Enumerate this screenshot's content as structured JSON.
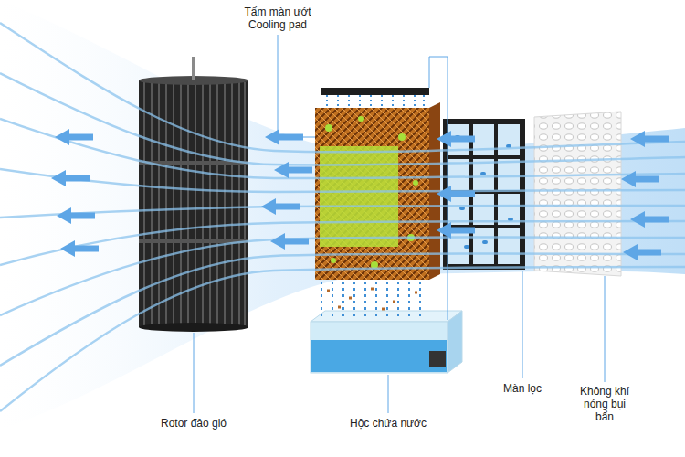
{
  "diagram": {
    "labels": [
      "Tấm màn ướt Cooling pad",
      "Màn lọc",
      "Không khí nóng bụi bẩn",
      "Rotor đảo gió",
      "Hộc chứa nước"
    ]
  }
}
